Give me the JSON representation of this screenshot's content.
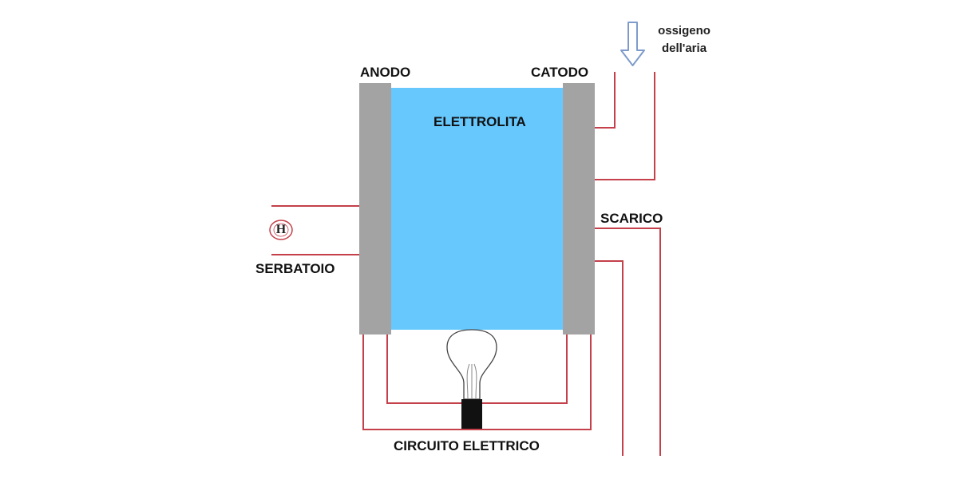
{
  "labels": {
    "anode": "ANODO",
    "cathode": "CATODO",
    "electrolyte": "ELETTROLITA",
    "exhaust": "SCARICO",
    "tank": "SERBATOIO",
    "circuit": "CIRCUITO ELETTRICO",
    "oxygen_line1": "ossigeno",
    "oxygen_line2": "dell'aria",
    "hydrogen_symbol": "H"
  },
  "colors": {
    "electrolyte": "#66c8fd",
    "electrode": "#a3a3a3",
    "wire": "#c4404a",
    "arrow_stroke": "#7e9ccb",
    "bulb_base": "#111111"
  },
  "icons": {
    "oxygen_inflow": "down-arrow-icon",
    "lamp": "light-bulb-icon",
    "hydrogen": "hydrogen-molecule-icon"
  }
}
